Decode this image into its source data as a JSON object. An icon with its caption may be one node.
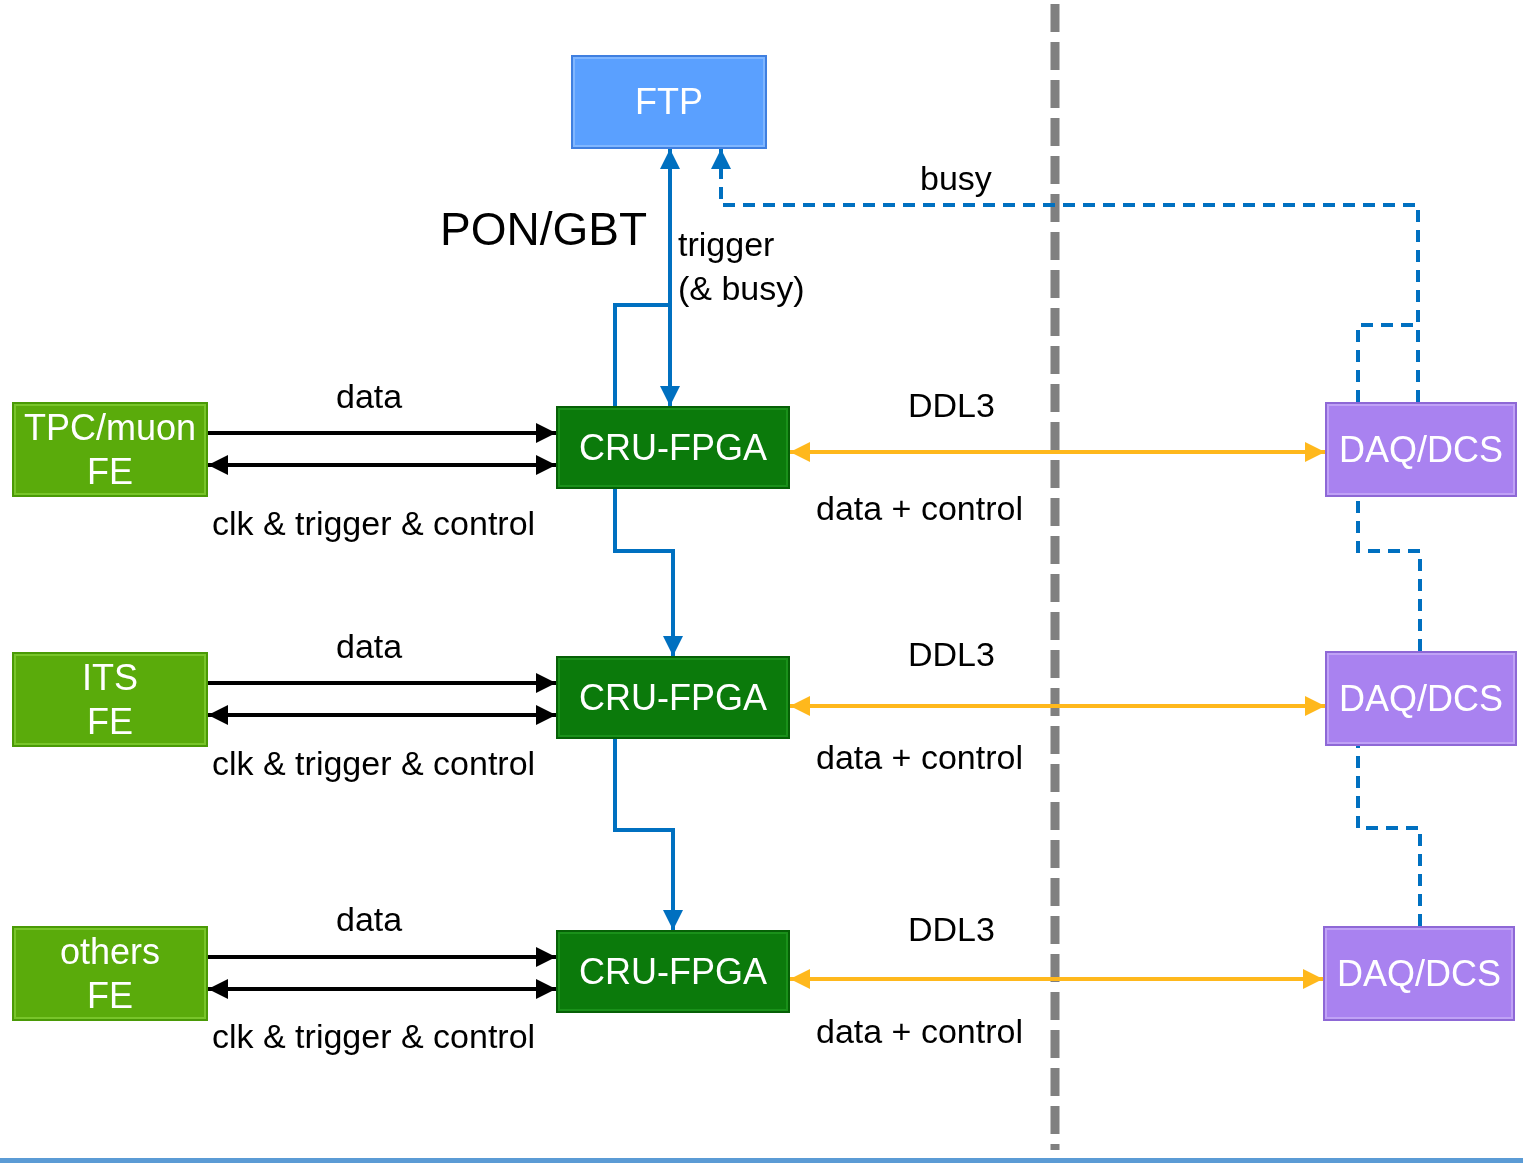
{
  "diagram": {
    "nodes": [
      {
        "text": [
          "FTP"
        ]
      },
      {
        "text": [
          "TPC/muon FE"
        ]
      },
      {
        "text": [
          "CRU-FPGA"
        ]
      },
      {
        "text": [
          "DAQ/DCS"
        ]
      },
      {
        "text": [
          "ITS FE"
        ]
      },
      {
        "text": [
          "CRU-FPGA"
        ]
      },
      {
        "text": [
          "DAQ/DCS"
        ]
      },
      {
        "text": [
          "others FE"
        ]
      },
      {
        "text": [
          "CRU-FPGA"
        ]
      },
      {
        "text": [
          "DAQ/DCS"
        ]
      }
    ],
    "edges": [
      {
        "from": 0,
        "to": 2,
        "arrow": "both",
        "label": "trigger (& busy)",
        "color": "#0070c0"
      },
      {
        "from": 2,
        "to": 5,
        "arrow": "to",
        "color": "#0070c0"
      },
      {
        "from": 5,
        "to": 8,
        "arrow": "to",
        "color": "#0070c0"
      },
      {
        "from": 3,
        "to": 0,
        "arrow": "to",
        "label": "busy",
        "style": "dashed",
        "color": "#0070c0"
      },
      {
        "from": 6,
        "to": 3,
        "arrow": "none",
        "style": "dashed",
        "color": "#0070c0"
      },
      {
        "from": 9,
        "to": 6,
        "arrow": "none",
        "style": "dashed",
        "color": "#0070c0"
      },
      {
        "from": 1,
        "to": 2,
        "arrow": "to",
        "label": "data",
        "color": "#000000"
      },
      {
        "from": 1,
        "to": 2,
        "arrow": "both",
        "label": "clk & trigger & control",
        "color": "#000000"
      },
      {
        "from": 2,
        "to": 3,
        "arrow": "both",
        "label": "DDL3",
        "color": "#ffb81c"
      },
      {
        "from": 4,
        "to": 5,
        "arrow": "to",
        "label": "data",
        "color": "#000000"
      },
      {
        "from": 4,
        "to": 5,
        "arrow": "both",
        "label": "clk & trigger & control",
        "color": "#000000"
      },
      {
        "from": 5,
        "to": 6,
        "arrow": "both",
        "label": "DDL3",
        "color": "#ffb81c"
      },
      {
        "from": 7,
        "to": 8,
        "arrow": "to",
        "label": "data",
        "color": "#000000"
      },
      {
        "from": 7,
        "to": 8,
        "arrow": "both",
        "label": "clk & trigger & control",
        "color": "#000000"
      },
      {
        "from": 8,
        "to": 9,
        "arrow": "both",
        "label": "DDL3",
        "color": "#ffb81c"
      }
    ],
    "labels": [
      "PON/GBT",
      "data + control",
      "data + control",
      "data + control"
    ]
  }
}
